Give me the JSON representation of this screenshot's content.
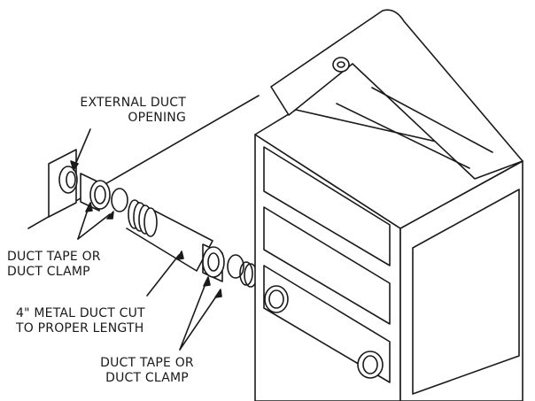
{
  "labels": {
    "external_duct": [
      "EXTERNAL DUCT",
      "OPENING"
    ],
    "duct_tape_upper": [
      "DUCT TAPE OR",
      "DUCT CLAMP"
    ],
    "metal_duct": [
      "4\" METAL DUCT CUT",
      "TO PROPER LENGTH"
    ],
    "duct_tape_lower": [
      "DUCT TAPE OR",
      "DUCT CLAMP"
    ]
  },
  "colors": {
    "line": "#1a1a1a",
    "fill": "#ffffff",
    "shade": "#dcdcdc"
  }
}
